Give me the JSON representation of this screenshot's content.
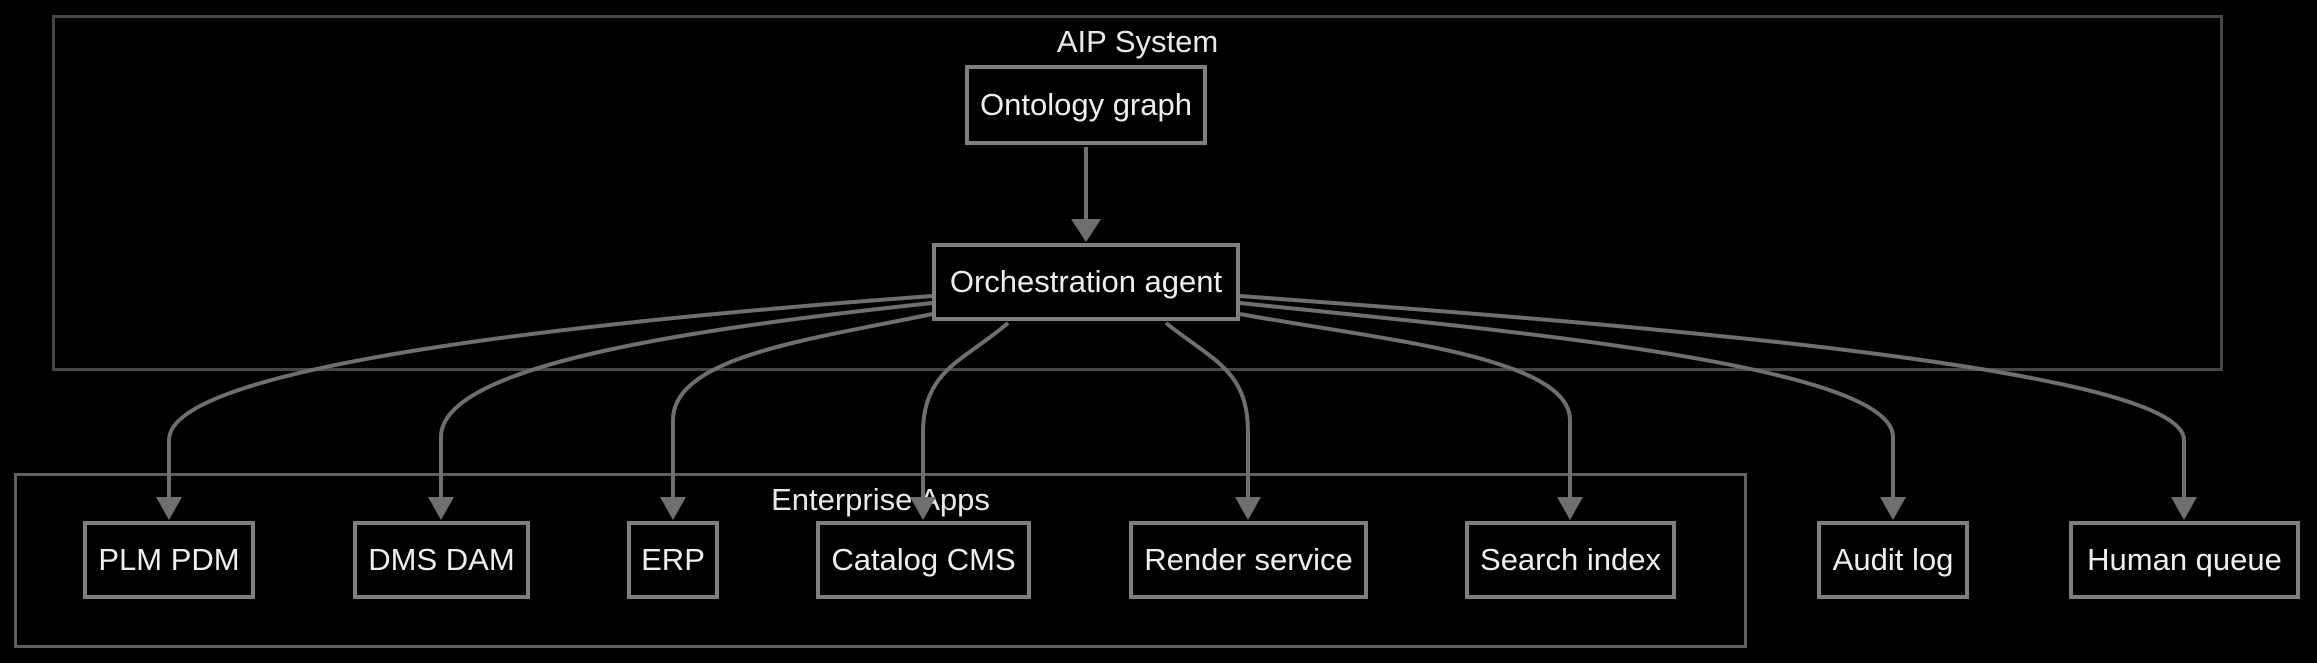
{
  "diagram": {
    "background_color": "#000000",
    "colors": {
      "node_border": "#7f7f7f",
      "cluster_border_aip": "#464646",
      "cluster_border_enterprise": "#606060",
      "edge": "#6f6f6f",
      "text": "#e8e8e8"
    },
    "clusters": [
      {
        "id": "aip",
        "label": "AIP System"
      },
      {
        "id": "enterprise",
        "label": "Enterprise Apps"
      }
    ],
    "nodes": [
      {
        "id": "ontology",
        "label": "Ontology graph"
      },
      {
        "id": "orchestration",
        "label": "Orchestration agent"
      },
      {
        "id": "plm",
        "label": "PLM PDM"
      },
      {
        "id": "dms",
        "label": "DMS DAM"
      },
      {
        "id": "erp",
        "label": "ERP"
      },
      {
        "id": "catalog",
        "label": "Catalog CMS"
      },
      {
        "id": "render",
        "label": "Render service"
      },
      {
        "id": "search",
        "label": "Search index"
      },
      {
        "id": "audit",
        "label": "Audit log"
      },
      {
        "id": "human",
        "label": "Human queue"
      }
    ],
    "edges": [
      {
        "from": "Ontology graph",
        "to": "Orchestration agent"
      },
      {
        "from": "Orchestration agent",
        "to": "PLM PDM"
      },
      {
        "from": "Orchestration agent",
        "to": "DMS DAM"
      },
      {
        "from": "Orchestration agent",
        "to": "ERP"
      },
      {
        "from": "Orchestration agent",
        "to": "Catalog CMS"
      },
      {
        "from": "Orchestration agent",
        "to": "Render service"
      },
      {
        "from": "Orchestration agent",
        "to": "Search index"
      },
      {
        "from": "Orchestration agent",
        "to": "Audit log"
      },
      {
        "from": "Orchestration agent",
        "to": "Human queue"
      }
    ]
  }
}
